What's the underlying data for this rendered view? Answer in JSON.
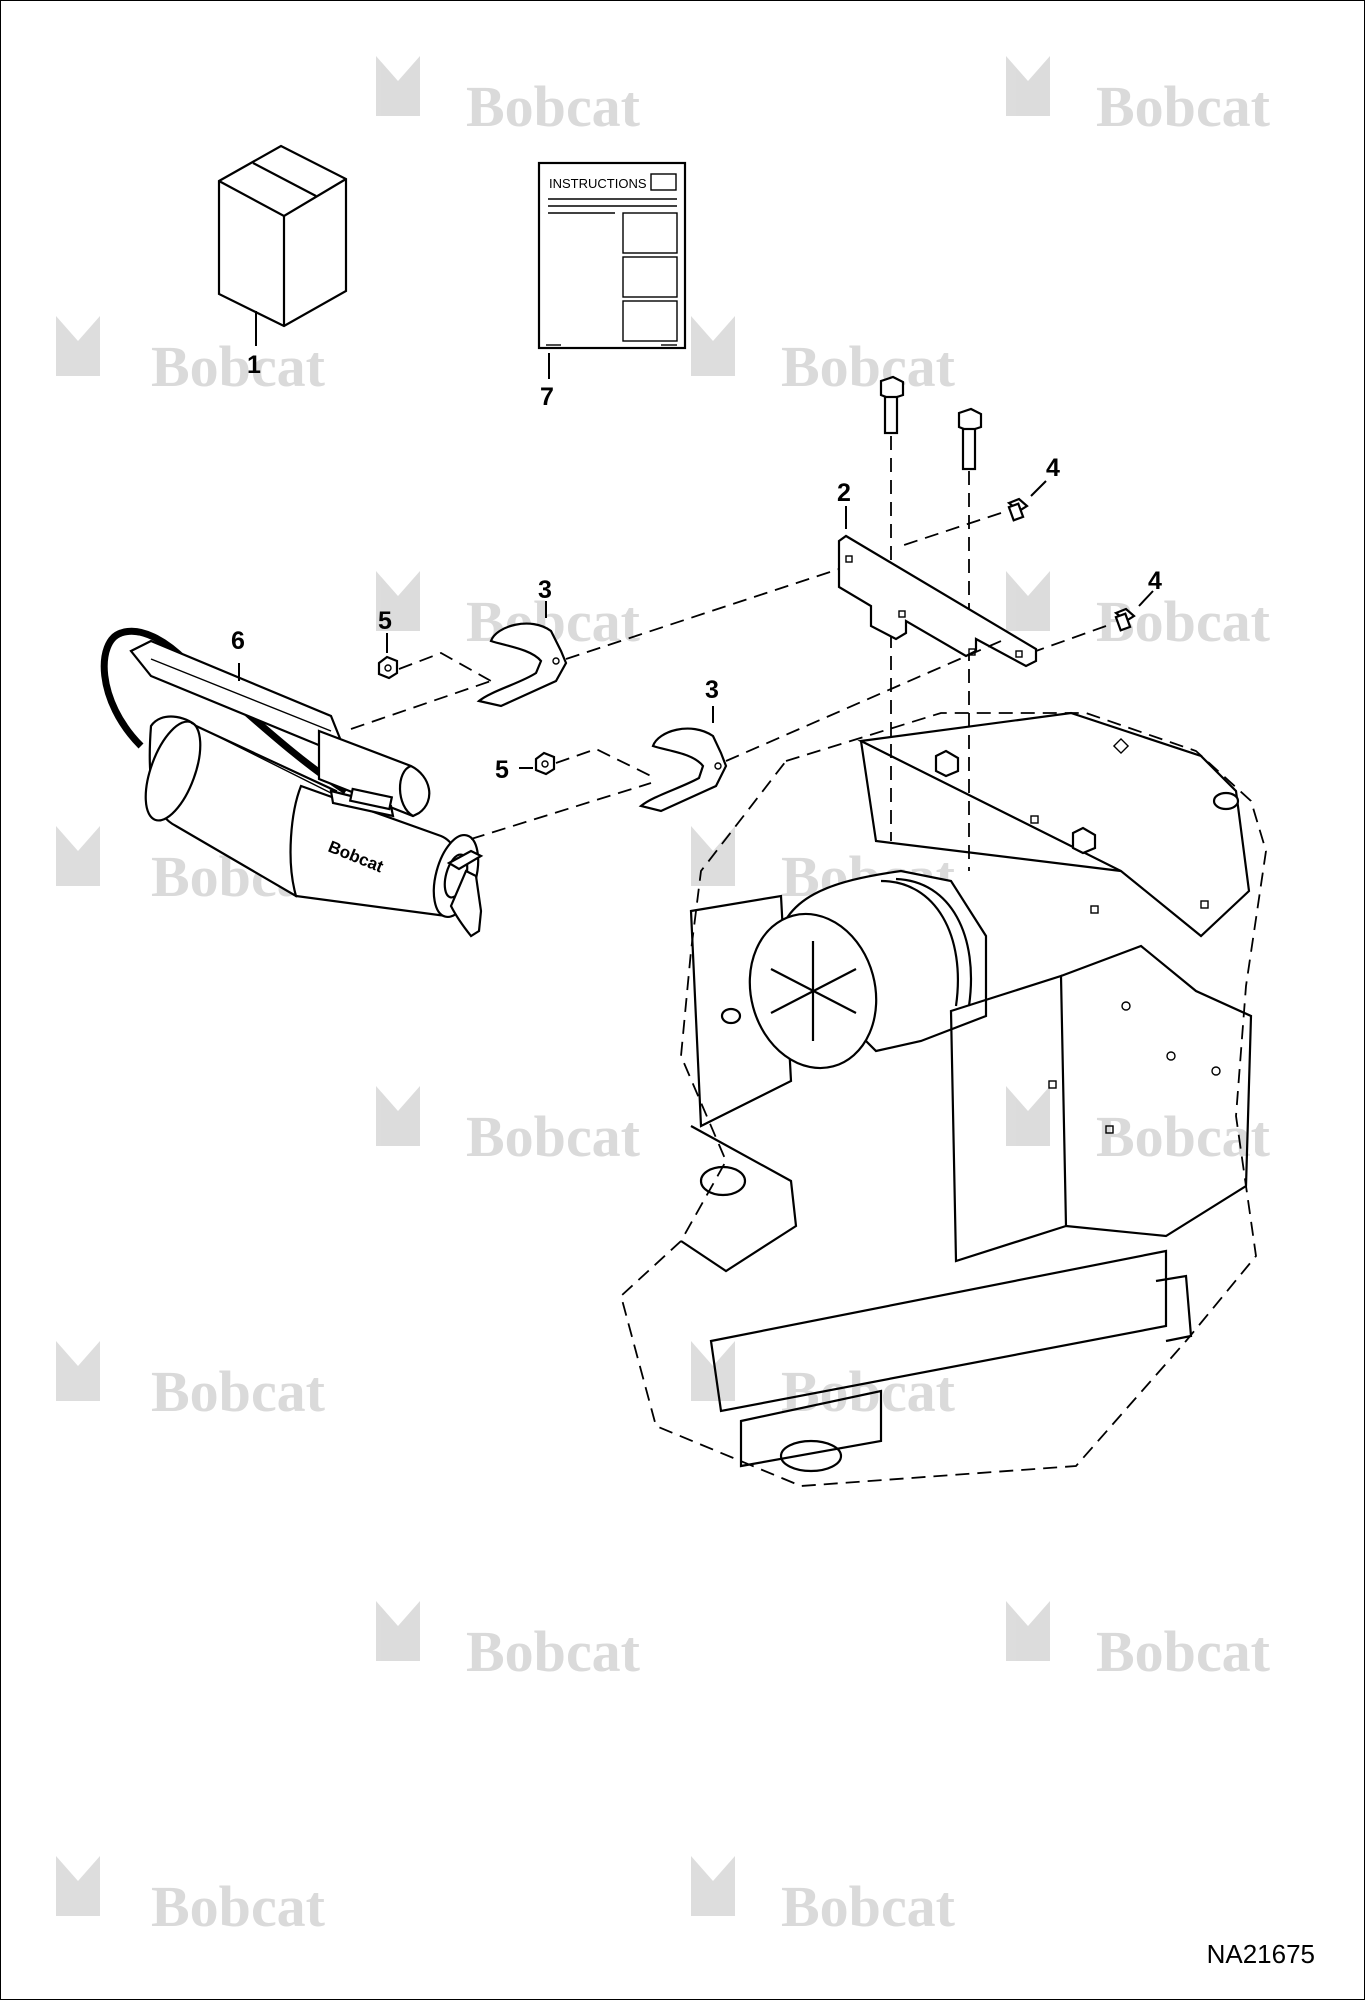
{
  "watermark_text": "Bobcat",
  "watermark_color": "#d6d6d6",
  "instructions_label": "INSTRUCTIONS",
  "grease_gun_brand": "Bobcat",
  "drawing_number": "NA21675",
  "callouts": {
    "c1": "1",
    "c2": "2",
    "c3a": "3",
    "c3b": "3",
    "c4a": "4",
    "c4b": "4",
    "c5a": "5",
    "c5b": "5",
    "c6": "6",
    "c7": "7"
  }
}
